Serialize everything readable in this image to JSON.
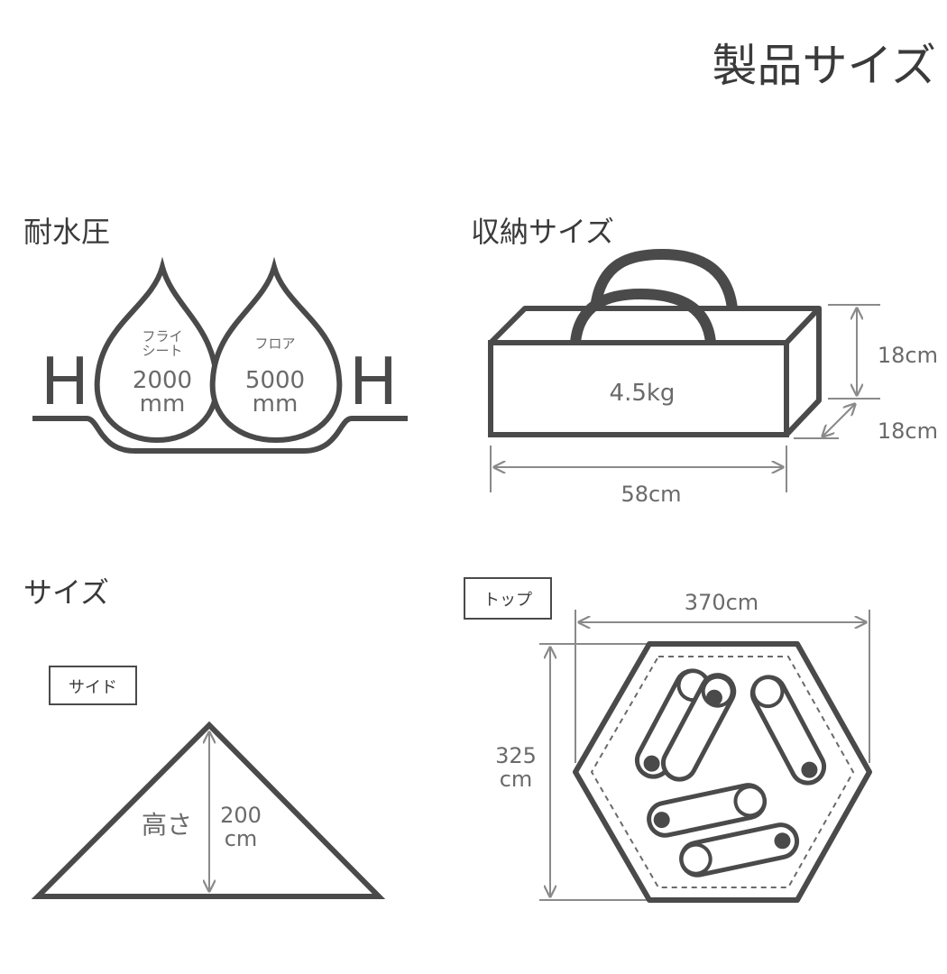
{
  "title": "製品サイズ",
  "colors": {
    "line": "#4a4a4a",
    "dim_line": "#8a8a8a",
    "text_dark": "#3a3a3a",
    "text_light": "#6a6a6a",
    "background": "#ffffff"
  },
  "water_pressure": {
    "heading": "耐水圧",
    "left_letter": "H",
    "right_letter": "H",
    "fly_label_line1": "フライ",
    "fly_label_line2": "シート",
    "fly_value": "2000",
    "fly_unit": "mm",
    "floor_label": "フロア",
    "floor_value": "5000",
    "floor_unit": "mm"
  },
  "storage": {
    "heading": "収納サイズ",
    "weight": "4.5kg",
    "height": "18cm",
    "depth": "18cm",
    "width": "58cm"
  },
  "size": {
    "heading": "サイズ",
    "side_tag": "サイド",
    "height_label": "高さ",
    "height_value": "200",
    "height_unit": "cm"
  },
  "top_view": {
    "tag": "トップ",
    "width": "370cm",
    "depth_value": "325",
    "depth_unit": "cm"
  }
}
